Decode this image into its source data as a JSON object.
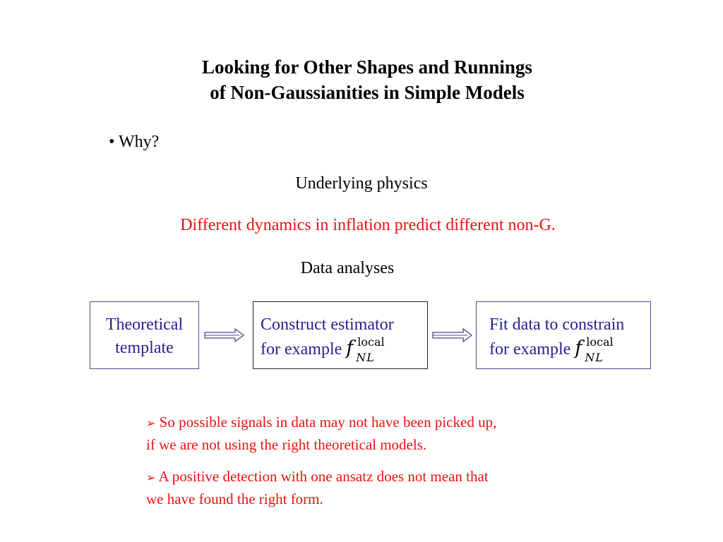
{
  "title": {
    "line1": "Looking for Other Shapes and Runnings",
    "line2": "of Non-Gaussianities in Simple Models"
  },
  "why": "• Why?",
  "underlying_physics": "Underlying physics",
  "dynamics_statement": "Different dynamics in inflation predict different non-G.",
  "data_analyses": "Data analyses",
  "flow": {
    "box1": {
      "line1": "Theoretical",
      "line2": "template"
    },
    "box2": {
      "line1": "Construct estimator",
      "line2": "for example"
    },
    "box3": {
      "line1": "Fit data to constrain",
      "line2": "for example"
    },
    "symbol": {
      "f": "f",
      "sup": "local",
      "sub": "NL"
    }
  },
  "bullets": [
    {
      "marker": "➢",
      "line1": "So possible signals in data may not have been picked up,",
      "line2": "if we are not using the right theoretical models."
    },
    {
      "marker": "➢",
      "line1": "A positive detection with one ansatz does not mean that",
      "line2": "we have found the right form."
    }
  ],
  "colors": {
    "title": "#000000",
    "red_text": "#ee1111",
    "box_text": "#23238e",
    "box_border": "#4b4b8f"
  }
}
